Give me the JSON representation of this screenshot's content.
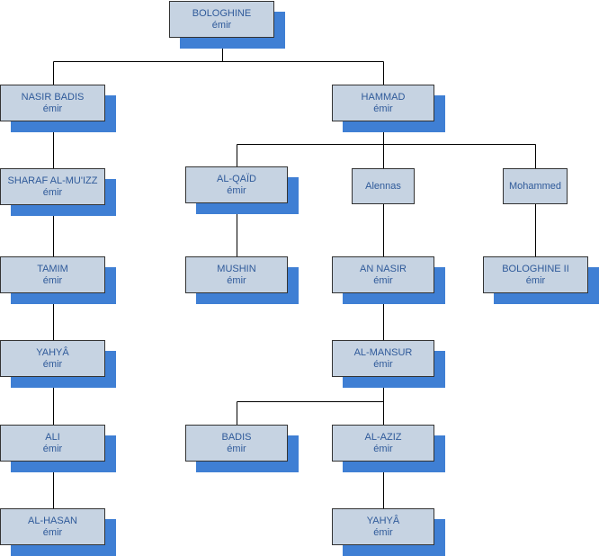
{
  "nodes": [
    {
      "id": "bologhine",
      "name": "BOLOGHINE",
      "role": "émir"
    },
    {
      "id": "nasir-badis",
      "name": "NASIR BADIS",
      "role": "émir"
    },
    {
      "id": "hammad",
      "name": "HAMMAD",
      "role": "émir"
    },
    {
      "id": "sharaf-al-muizz",
      "name": "SHARAF AL-MU'IZZ",
      "role": "émir"
    },
    {
      "id": "tamim",
      "name": "TAMIM",
      "role": "émir"
    },
    {
      "id": "yahya-1",
      "name": "YAHYÂ",
      "role": "émir"
    },
    {
      "id": "ali",
      "name": "ALI",
      "role": "émir"
    },
    {
      "id": "al-hasan",
      "name": "AL-HASAN",
      "role": "émir"
    },
    {
      "id": "al-qaid",
      "name": "AL-QAÏD",
      "role": "émir"
    },
    {
      "id": "alennas",
      "name": "Alennas",
      "role": ""
    },
    {
      "id": "mohammed",
      "name": "Mohammed",
      "role": ""
    },
    {
      "id": "mushin",
      "name": "MUSHIN",
      "role": "émir"
    },
    {
      "id": "an-nasir",
      "name": "AN NASIR",
      "role": "émir"
    },
    {
      "id": "bologhine-ii",
      "name": "BOLOGHINE II",
      "role": "émir"
    },
    {
      "id": "al-mansur",
      "name": "AL-MANSUR",
      "role": "émir"
    },
    {
      "id": "badis",
      "name": "BADIS",
      "role": "émir"
    },
    {
      "id": "al-aziz",
      "name": "AL-AZIZ",
      "role": "émir"
    },
    {
      "id": "yahya-2",
      "name": "YAHYÂ",
      "role": "émir"
    }
  ],
  "edges": [
    [
      "bologhine",
      "nasir-badis"
    ],
    [
      "bologhine",
      "hammad"
    ],
    [
      "nasir-badis",
      "sharaf-al-muizz"
    ],
    [
      "sharaf-al-muizz",
      "tamim"
    ],
    [
      "tamim",
      "yahya-1"
    ],
    [
      "yahya-1",
      "ali"
    ],
    [
      "ali",
      "al-hasan"
    ],
    [
      "hammad",
      "al-qaid"
    ],
    [
      "hammad",
      "alennas"
    ],
    [
      "hammad",
      "mohammed"
    ],
    [
      "al-qaid",
      "mushin"
    ],
    [
      "alennas",
      "an-nasir"
    ],
    [
      "mohammed",
      "bologhine-ii"
    ],
    [
      "an-nasir",
      "al-mansur"
    ],
    [
      "al-mansur",
      "badis"
    ],
    [
      "al-mansur",
      "al-aziz"
    ],
    [
      "al-aziz",
      "yahya-2"
    ]
  ],
  "colors": {
    "box_fill": "#c6d3e2",
    "box_border": "#333333",
    "shadow": "#3f7fd4",
    "text": "#2f5a9a",
    "connector": "#000000"
  }
}
